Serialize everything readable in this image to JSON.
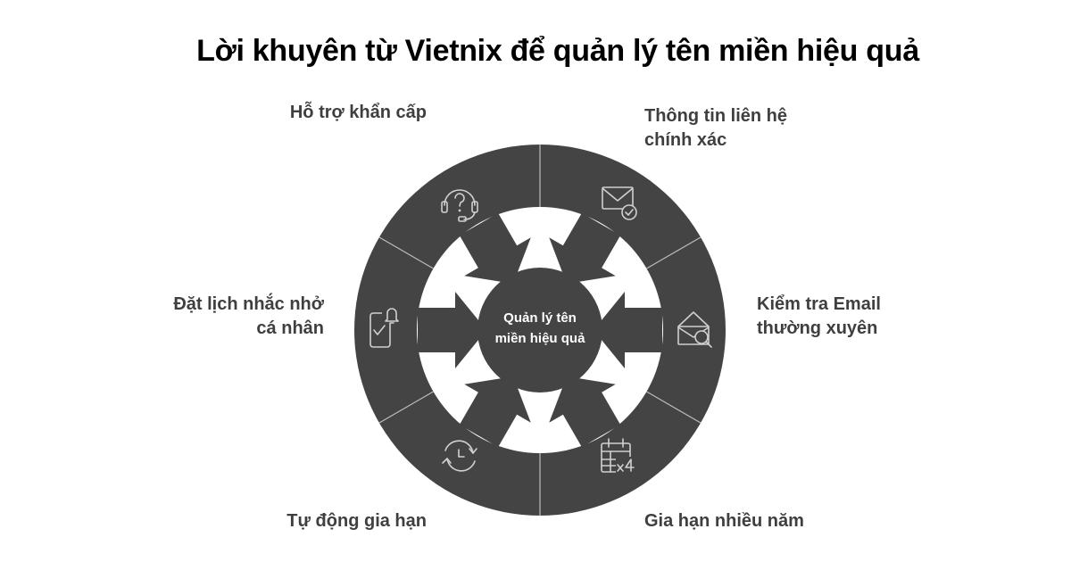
{
  "title": "Lời khuyên từ Vietnix để quản lý tên miền hiệu quả",
  "center": {
    "line1": "Quản lý tên",
    "line2": "miền hiệu quả"
  },
  "segments": [
    {
      "id": "contact",
      "lines": [
        "Thông tin liên hệ",
        "chính xác"
      ],
      "icon": "mail-check-icon"
    },
    {
      "id": "email",
      "lines": [
        "Kiểm tra Email",
        "thường xuyên"
      ],
      "icon": "mail-search-icon"
    },
    {
      "id": "multi-year",
      "lines": [
        "Gia hạn nhiều năm"
      ],
      "icon": "calendar-x4-icon"
    },
    {
      "id": "auto-renew",
      "lines": [
        "Tự động gia hạn"
      ],
      "icon": "clock-refresh-icon"
    },
    {
      "id": "reminder",
      "lines": [
        "Đặt lịch nhắc nhở",
        "cá nhân"
      ],
      "icon": "phone-bell-icon"
    },
    {
      "id": "support",
      "lines": [
        "Hỗ trợ khẩn cấp"
      ],
      "icon": "headset-question-icon"
    }
  ],
  "colors": {
    "ring": "#444444",
    "divider": "#bdbdbd",
    "label": "#3f3f3f",
    "title": "#000000",
    "icon": "#d0d0d0"
  }
}
